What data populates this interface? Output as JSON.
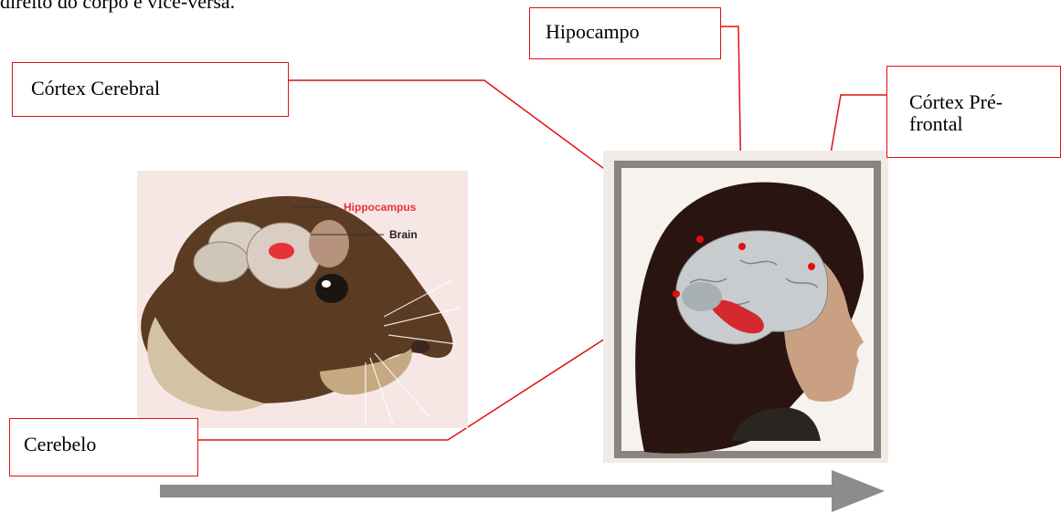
{
  "top_text": "direito do corpo e vice-versa.",
  "labels": {
    "cortex_cerebral": "Córtex Cerebral",
    "hipocampo": "Hipocampo",
    "cortex_pre_frontal_line1": "Córtex Pré-",
    "cortex_pre_frontal_line2": "frontal",
    "cerebelo": "Cerebelo"
  },
  "rat_image": {
    "label_hippocampus": "Hippocampus",
    "label_brain": "Brain"
  },
  "colors": {
    "leader_line": "#e01010",
    "arrow": "#8c8c8c",
    "label_border": "#e01010"
  }
}
